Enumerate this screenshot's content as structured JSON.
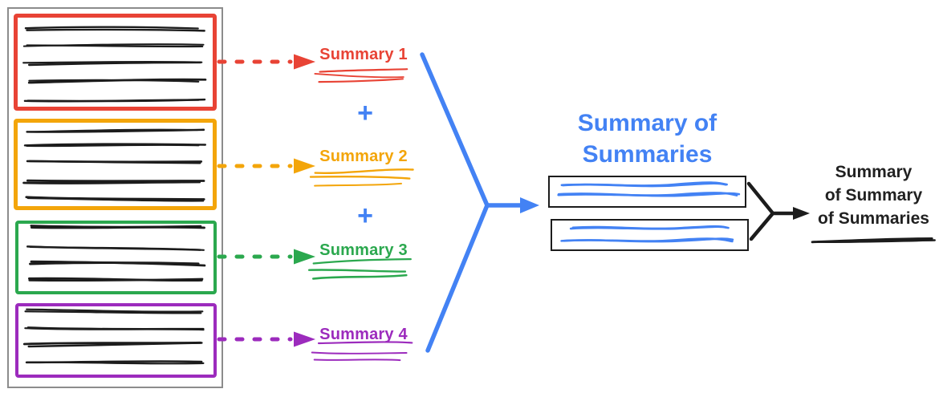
{
  "colors": {
    "red": "#e84335",
    "orange": "#f3a50a",
    "green": "#2ba84e",
    "purple": "#9c2bbd",
    "blue": "#4382f4",
    "ink": "#1c1c1c",
    "text_dark": "#212121",
    "frame_gray": "#8c8c8c"
  },
  "document": {
    "sections": [
      {
        "name": "section-1",
        "color_key": "red",
        "text_lines": 5
      },
      {
        "name": "section-2",
        "color_key": "orange",
        "text_lines": 5
      },
      {
        "name": "section-3",
        "color_key": "green",
        "text_lines": 4
      },
      {
        "name": "section-4",
        "color_key": "purple",
        "text_lines": 4
      }
    ]
  },
  "summaries": [
    {
      "label": "Summary 1",
      "color_key": "red"
    },
    {
      "label": "Summary 2",
      "color_key": "orange"
    },
    {
      "label": "Summary 3",
      "color_key": "green"
    },
    {
      "label": "Summary 4",
      "color_key": "purple"
    }
  ],
  "plus_sign": "+",
  "merge": {
    "title": "Summary of\nSummaries",
    "color_key": "blue",
    "result_lines": 2
  },
  "final": {
    "title": "Summary\nof Summary\nof Summaries",
    "color_key": "text_dark"
  }
}
